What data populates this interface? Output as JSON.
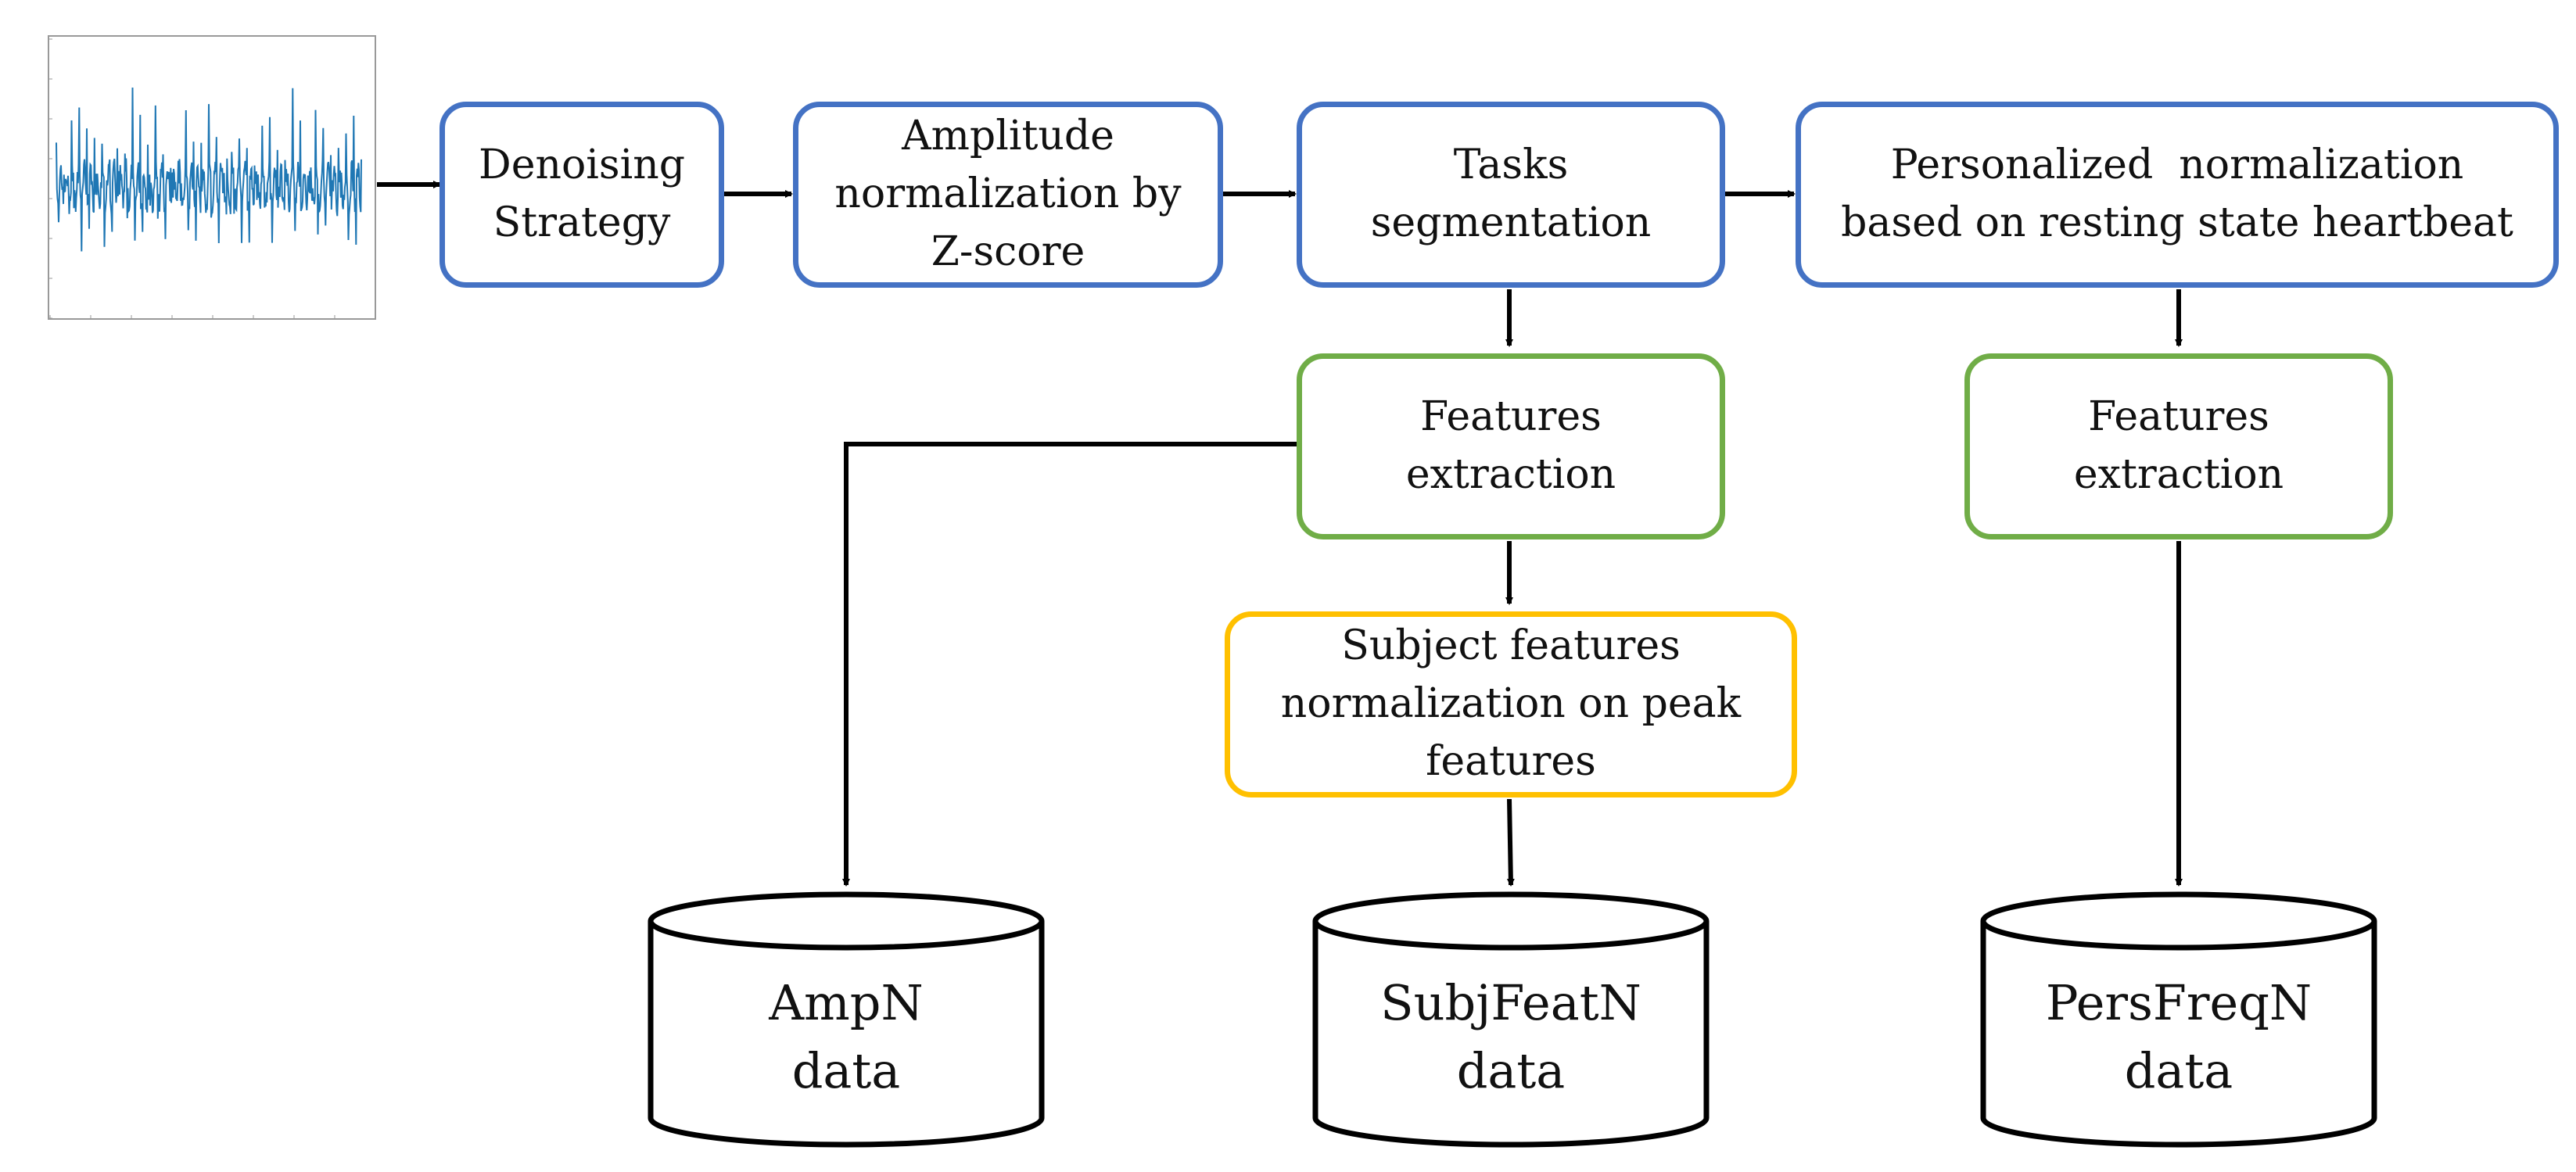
{
  "diagram": {
    "boxes": {
      "denoising": {
        "lines": [
          "Denoising",
          "Strategy"
        ]
      },
      "amplitude": {
        "lines": [
          "Amplitude",
          "normalization by",
          "Z-score"
        ]
      },
      "tasks": {
        "lines": [
          "Tasks",
          "segmentation"
        ]
      },
      "personalized": {
        "lines": [
          "Personalized  normalization",
          "based on resting state heartbeat"
        ]
      },
      "features_mid": {
        "lines": [
          "Features",
          "extraction"
        ]
      },
      "features_right": {
        "lines": [
          "Features",
          "extraction"
        ]
      },
      "subject": {
        "lines": [
          "Subject features",
          "normalization on peak",
          "features"
        ]
      }
    },
    "databases": {
      "ampn": {
        "lines": [
          "AmpN",
          "data"
        ]
      },
      "subjfeatn": {
        "lines": [
          "SubjFeatN",
          "data"
        ]
      },
      "persfreqn": {
        "lines": [
          "PersFreqN",
          "data"
        ]
      }
    },
    "colors": {
      "blue_border": "#4472c4",
      "green_border": "#70ad47",
      "yellow_border": "#ffc000",
      "signal": "#1f77b4",
      "arrow": "#000000"
    },
    "icons": {
      "signal_thumbnail": "ecg-signal-plot"
    }
  }
}
